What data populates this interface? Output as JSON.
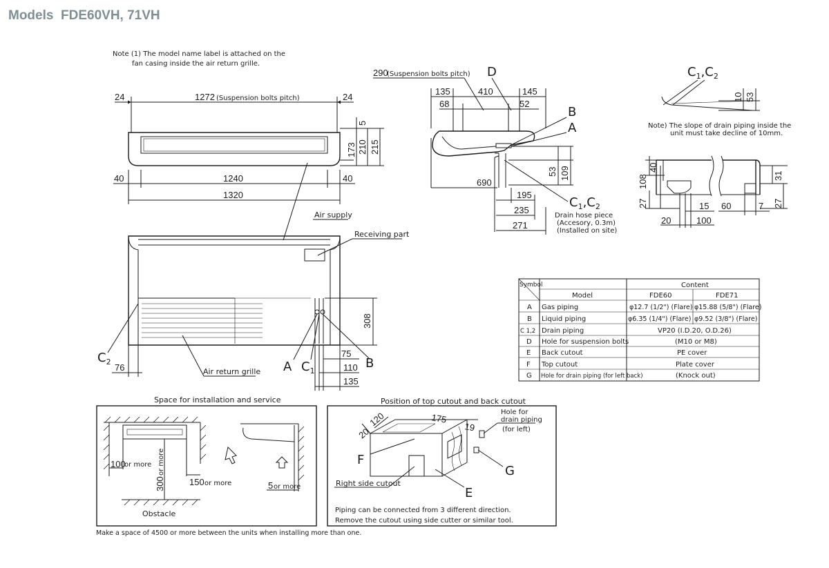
{
  "title": "Models  FDE60VH, 71VH",
  "note1": [
    "Note (1) The model name label is attached on the",
    "fan casing inside the air return grille."
  ],
  "front": {
    "d_24_left": "24",
    "d_1272": "1272",
    "d_1272_note": "(Suspension bolts pitch)",
    "d_24_right": "24",
    "d_40_left": "40",
    "d_1240": "1240",
    "d_40_right": "40",
    "d_1320": "1320",
    "d_5": "5",
    "d_173": "173",
    "d_210": "210",
    "d_215": "215"
  },
  "bottom": {
    "air_supply": "Air supply",
    "receiving_part": "Receiving part",
    "air_return_grille": "Air return grille",
    "d_308": "308",
    "d_76": "76",
    "d_75": "75",
    "d_110": "110",
    "d_135": "135",
    "C2": "C",
    "C2_sub": "2",
    "A": "A",
    "C1": "C",
    "C1_sub": "1",
    "B": "B"
  },
  "side": {
    "d_290": "290",
    "d_290_note": "(Suspension bolts pitch)",
    "D": "D",
    "d_135": "135",
    "d_410": "410",
    "d_145": "145",
    "d_68": "68",
    "d_52": "52",
    "B": "B",
    "A": "A",
    "d_53": "53",
    "d_109": "109",
    "d_690": "690",
    "d_195": "195",
    "d_235": "235",
    "d_271": "271",
    "C1C2": "C",
    "drain_hose": [
      "Drain hose piece",
      "(Accesory, 0.3m)",
      "(Installed on site)"
    ]
  },
  "slope": {
    "label": "C",
    "d_10": "10",
    "d_53": "53",
    "note": [
      "Note) The slope of drain piping inside the",
      "unit must take decline of 10mm."
    ]
  },
  "drain_detail": {
    "d_40": "40",
    "d_108": "108",
    "d_27_left": "27",
    "d_20": "20",
    "d_15": "15",
    "d_100": "100",
    "d_60": "60",
    "d_7": "7",
    "d_31": "31",
    "d_27_right": "27"
  },
  "table": {
    "headers": {
      "symbol": "Symbol",
      "content": "Content",
      "model": "Model",
      "fde60": "FDE60",
      "fde71": "FDE71"
    },
    "rows": [
      {
        "sym": "A",
        "item": "Gas piping",
        "v60": "φ12.7 (1/2\") (Flare)",
        "v71": "φ15.88 (5/8\") (Flare)"
      },
      {
        "sym": "B",
        "item": "Liquid piping",
        "v60": "φ6.35 (1/4\") (Flare)",
        "v71": "φ9.52 (3/8\") (Flare)"
      },
      {
        "sym": "C 1,2",
        "item": "Drain piping",
        "v": "VP20 (I.D.20, O.D.26)"
      },
      {
        "sym": "D",
        "item": "Hole for suspension bolts",
        "v": "(M10 or M8)"
      },
      {
        "sym": "E",
        "item": "Back cutout",
        "v": "PE cover"
      },
      {
        "sym": "F",
        "item": "Top cutout",
        "v": "Plate cover"
      },
      {
        "sym": "G",
        "item": "Hole for drain piping  (for left back)",
        "v": "(Knock out)"
      }
    ]
  },
  "space": {
    "title": "Space for installation and service",
    "d_100": "100",
    "d_100_sfx": "or more",
    "d_300": "300",
    "d_300_sfx": "or more",
    "d_150": "150",
    "d_150_sfx": "or more",
    "d_5": "5",
    "d_5_sfx": "or more",
    "obstacle": "Obstacle"
  },
  "cutout": {
    "title": "Position of top cutout and back cutout",
    "d_20": "20",
    "d_120": "120",
    "d_175": "175",
    "d_19": "19",
    "hole_note": [
      "Hole for",
      "drain piping",
      "(for left)"
    ],
    "F": "F",
    "G": "G",
    "E": "E",
    "right_side": "Right side cutout",
    "piping_note": [
      "Piping can be connected from 3 different direction.",
      "Remove the cutout using side cutter or similar tool."
    ]
  },
  "footer": "Make a space of 4500 or more between the units when installing more than one."
}
